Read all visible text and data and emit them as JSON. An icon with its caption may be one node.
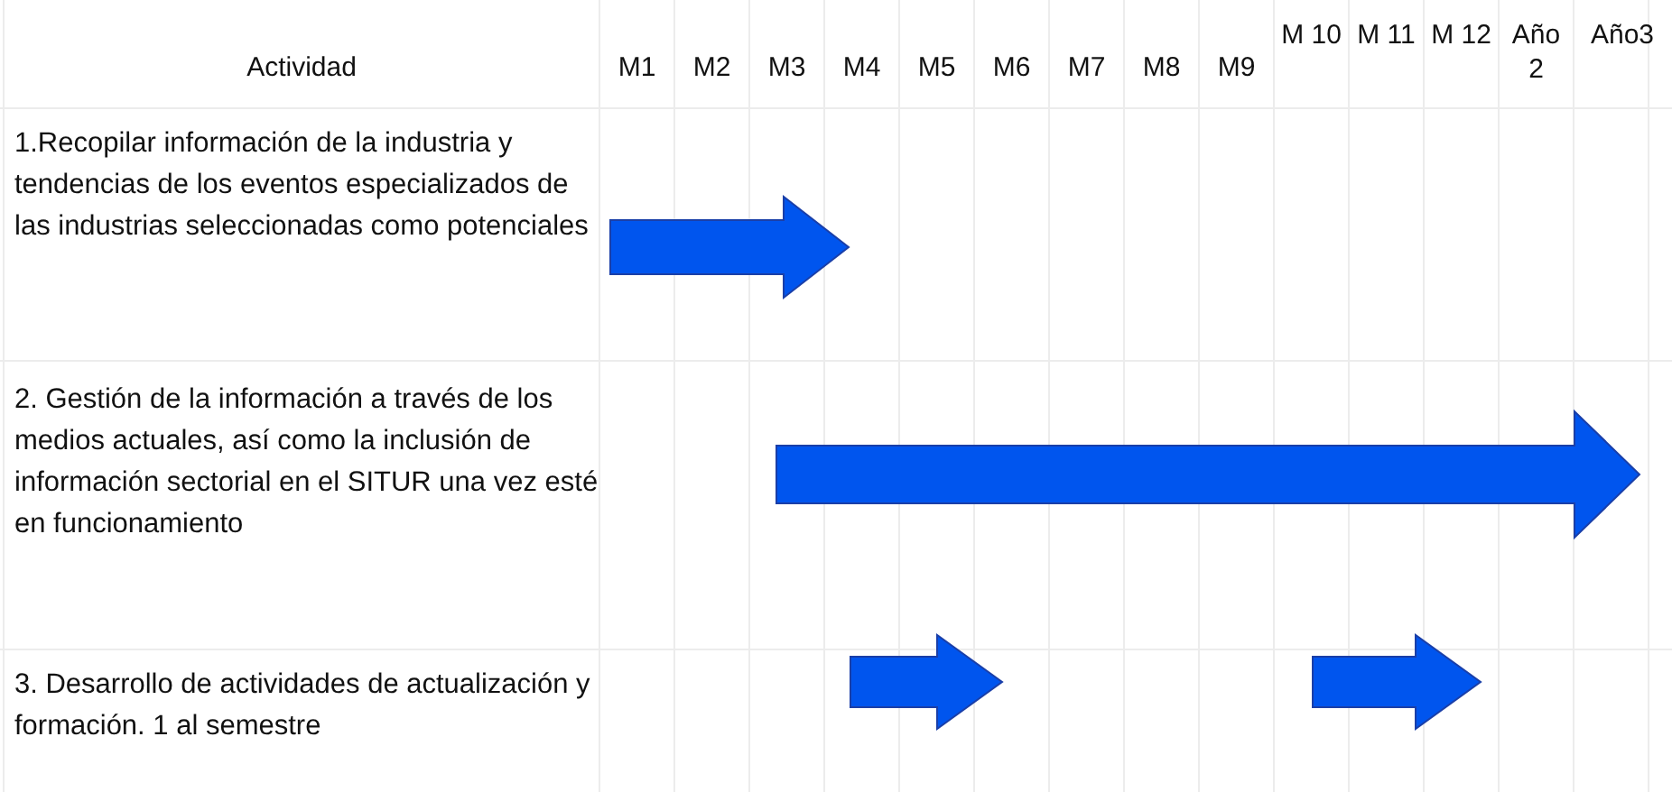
{
  "diagram": {
    "labels": [
      "Actividad",
      "M1",
      "M2",
      "M3",
      "M4",
      "M5",
      "M6",
      "M7",
      "M8",
      "M9",
      "M 10",
      "M 11",
      "M 12",
      "Año 2",
      "Año3",
      "1.Recopilar información de la industria y tendencias de los eventos especializados de las industrias seleccionadas como potenciales",
      "2. Gestión de la información a través de los medios actuales, así como la inclusión de información sectorial en el SITUR una vez esté en funcionamiento",
      "3. Desarrollo de actividades de actualización y formación. 1 al semestre"
    ]
  }
}
